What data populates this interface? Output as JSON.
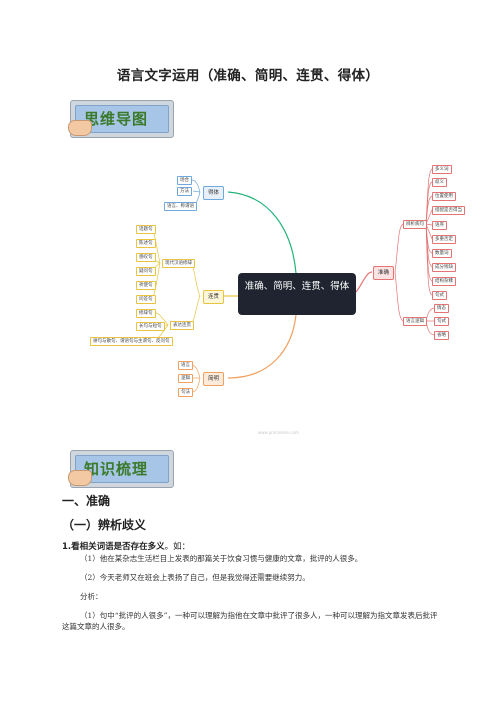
{
  "title": "语言文字运用（准确、简明、连贯、得体）",
  "banner_mindmap": "思维导图",
  "banner_knowledge": "知识梳理",
  "mindmap": {
    "center": "准确、简明、连贯、得体",
    "dete": {
      "label": "得体",
      "items": [
        "场合",
        "方法",
        "语言、称谓语"
      ]
    },
    "liangguan": {
      "label": "连贯",
      "items": [
        "话题句",
        "陈述句",
        "感叹句",
        "疑问句",
        "祈使句",
        "问答句",
        "修辞句",
        "长句与短句",
        "骈句与散句、谓语句与主谓句、反问句"
      ],
      "sub1": "现代汉语修辞",
      "sub2": "表达连贯"
    },
    "jianming": {
      "label": "简明",
      "items": [
        "语言",
        "逻辑",
        "句法"
      ]
    },
    "zhunque": {
      "label": "准确",
      "sub1": "辨析病句",
      "sub2": "语言逻辑",
      "items": [
        "多义词",
        "歧义",
        "位置使用",
        "搭配是否得当",
        "语序",
        "多重否定",
        "数量词",
        "成分残缺",
        "结构杂糅",
        "句式",
        "情态",
        "句式",
        "省略"
      ]
    },
    "watermark": "www.processon.com"
  },
  "h1": "一、准确",
  "h2": "（一）辨析歧义",
  "h3_bold": "1.看相关词语是否存在多义",
  "h3_tail": "。如：",
  "p1": "（1）他在某杂志生活栏目上发表的那篇关于饮食习惯与健康的文章，批评的人很多。",
  "p2": "（2）今天老师又在班会上表扬了自己，但是我觉得还需要继续努力。",
  "p3": "分析：",
  "p4": "（1）句中“批评的人很多”，一种可以理解为指他在文章中批评了很多人，一种可以理解为指文章发表后批评这篇文章的人很多。"
}
